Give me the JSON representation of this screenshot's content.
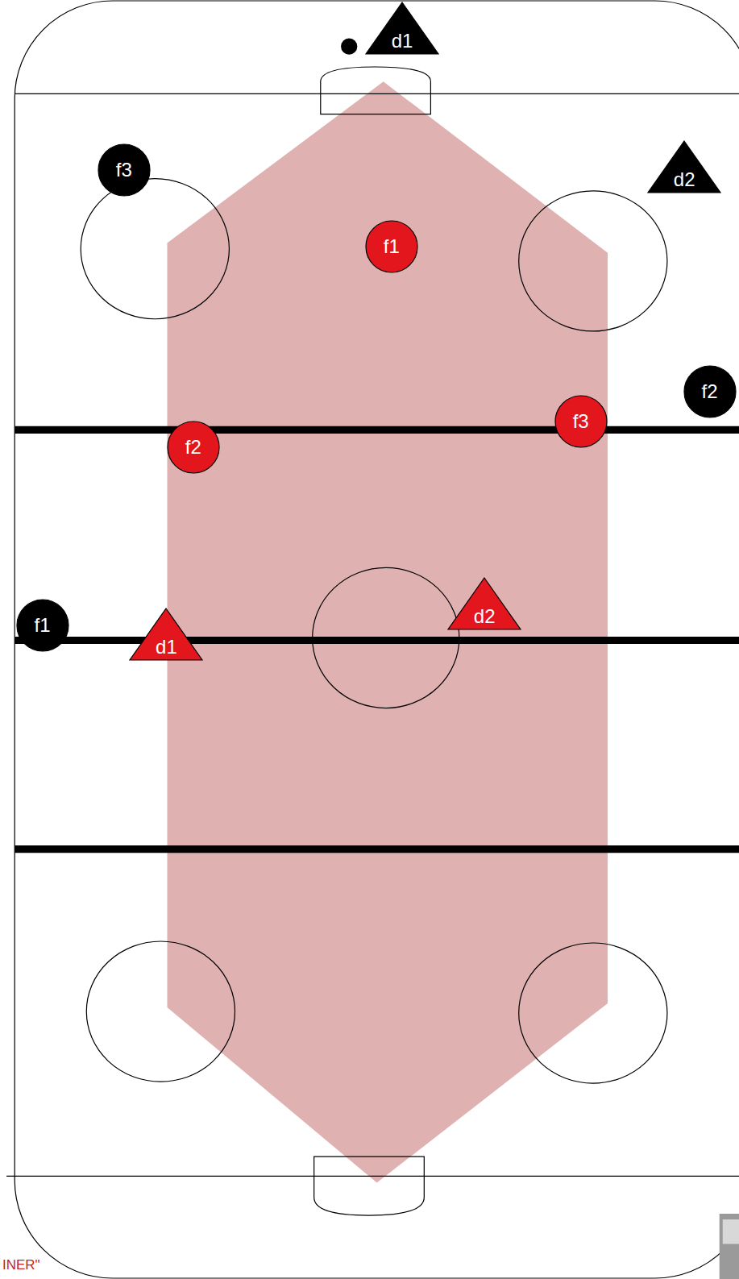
{
  "diagram": {
    "nodes": [
      {
        "text": [
          "d1"
        ]
      },
      {
        "text": [
          "f3"
        ]
      },
      {
        "text": [
          "d2"
        ]
      },
      {
        "text": [
          "f1"
        ]
      },
      {
        "text": [
          "f2"
        ]
      },
      {
        "text": [
          "f3"
        ]
      },
      {
        "text": [
          "f2"
        ]
      },
      {
        "text": [
          "f1"
        ]
      },
      {
        "text": [
          "d2"
        ]
      },
      {
        "text": [
          "d1"
        ]
      }
    ],
    "labels": [
      "INER\""
    ]
  }
}
